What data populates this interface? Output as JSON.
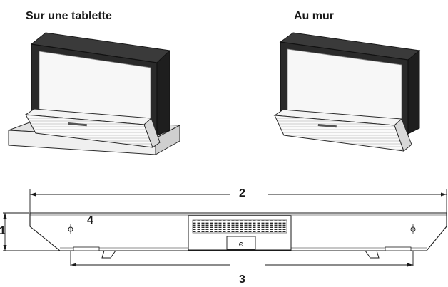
{
  "headings": {
    "on_shelf": "Sur une tablette",
    "on_wall": "Au mur"
  },
  "dimension_labels": {
    "height": "1",
    "width": "2",
    "hole_spacing": "3",
    "hole_offset": "4"
  }
}
